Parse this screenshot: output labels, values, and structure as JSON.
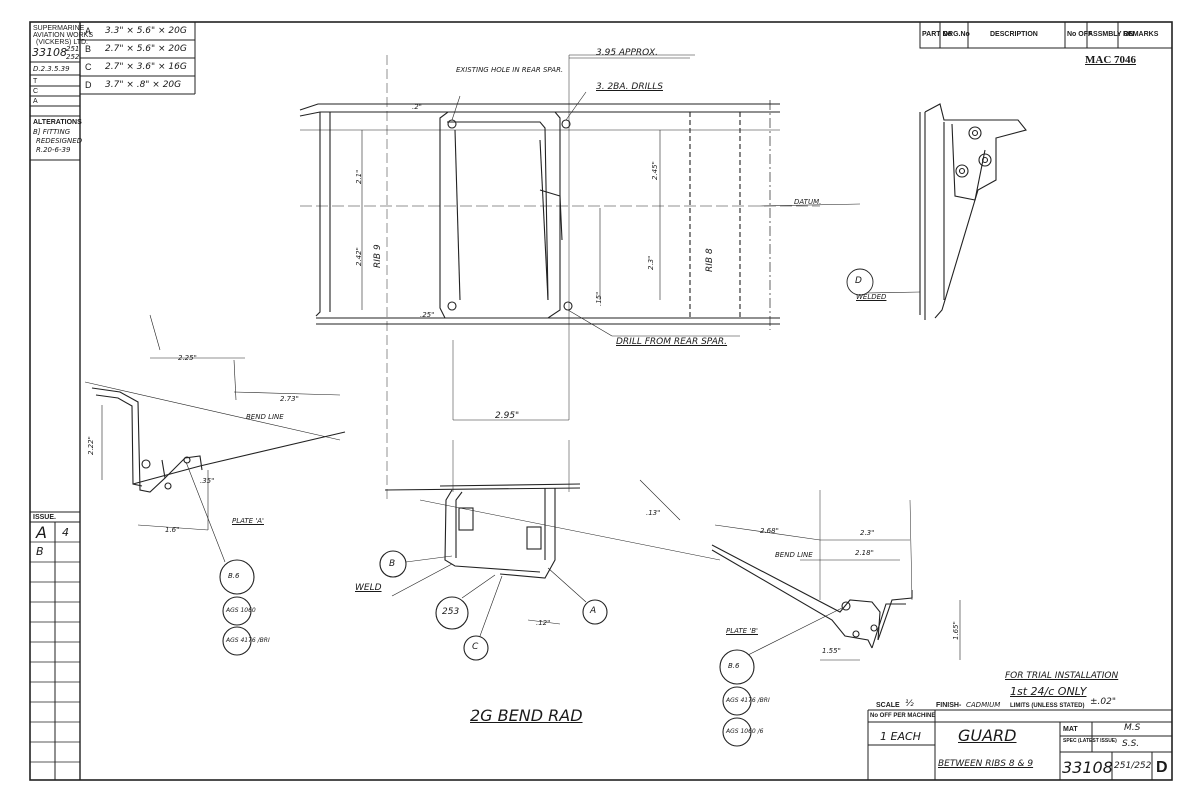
{
  "title_block": {
    "company": [
      "SUPERMARINE",
      "AVIATION WORKS",
      "(VICKERS) LTD."
    ],
    "drawing_no": "33108",
    "drawing_sheets": [
      "251",
      "252"
    ],
    "date": "D.2.3.5.39",
    "row_labels": [
      "T",
      "C",
      "A"
    ],
    "alterations_label": "ALTERATIONS",
    "alteration_text": [
      "B] FITTING",
      "REDESIGNED",
      "R.20-6-39"
    ],
    "issue_label": "ISSUE.",
    "issue_entries": [
      "A",
      "4",
      "B"
    ]
  },
  "material_list": [
    {
      "id": "A",
      "spec": "3.3\" × 5.6\" × 20G"
    },
    {
      "id": "B",
      "spec": "2.7\" × 5.6\" × 20G"
    },
    {
      "id": "C",
      "spec": "2.7\" × 3.6\" × 16G"
    },
    {
      "id": "D",
      "spec": "3.7\" × .8\" × 20G"
    }
  ],
  "parts_header": {
    "cols": [
      "PART No",
      "DRG.No",
      "DESCRIPTION",
      "No OFF",
      "ASSMBLY ON",
      "REMARKS"
    ]
  },
  "mac_number": "MAC 7046",
  "annotations": {
    "existing_hole": "EXISTING HOLE IN REAR SPAR.",
    "drills": "3. 2BA. DRILLS",
    "approx": "3.95 APPROX.",
    "datum": "DATUM.",
    "drill_rear_spar": "DRILL FROM REAR SPAR.",
    "rib9": "RIB 9",
    "rib8": "RIB 8",
    "bend_line": "BEND LINE",
    "plate_a": "PLATE 'A'",
    "plate_b": "PLATE 'B'",
    "weld": "WELD",
    "welded": "WELDED",
    "bend_rad": "2G BEND RAD",
    "trial_1": "FOR TRIAL INSTALLATION",
    "trial_2": "1st 24/c ONLY"
  },
  "dimensions": {
    "d_2_1": "2.1\"",
    "d_2_42": "2.42\"",
    "d_2_45": "2.45\"",
    "d_2_3": "2.3\"",
    "d_15": ".15\"",
    "d_2_95": "2.95\"",
    "d_2_25": "2.25\"",
    "d_2_73": "2.73\"",
    "d_2_22": "2.22\"",
    "d_1_6": "1.6\"",
    "d_35": ".35\"",
    "d_2_68": "2.68\"",
    "d_2_3b": "2.3\"",
    "d_2_18": "2.18\"",
    "d_1_65": "1.65\"",
    "d_1_55": "1.55\"",
    "d_12": ".12\"",
    "d_13": ".13\"",
    "d_2": ".2\"",
    "d_25": ".25\""
  },
  "callouts": {
    "b": "B",
    "a": "A",
    "c": "C",
    "d": "D",
    "p253": "253",
    "b6": "B.6",
    "ags1": "AGS 1060",
    "ags2": "AGS 4176 /BRI",
    "b6b": "B.6",
    "ags3": "AGS 4176 /BRI",
    "ags4": "AGS 1060 /6"
  },
  "bottom_block": {
    "scale_label": "SCALE",
    "scale_value": "½",
    "finish_label": "FINISH-",
    "finish_value": "CADMIUM",
    "limits_label": "LIMITS (UNLESS STATED)",
    "limits_value": "±.02\"",
    "no_off_label": "No OFF PER MACHINE",
    "no_off_value": "1 EACH",
    "name": "GUARD",
    "subtitle": "BETWEEN RIBS 8 & 9",
    "mat_label": "MAT",
    "mat_value": "M.S",
    "spec_label": "SPEC (LATEST ISSUE)",
    "spec_value": "S.S.",
    "drawing_no": "33108",
    "sheets": "251/252",
    "issue_letter": "D"
  }
}
